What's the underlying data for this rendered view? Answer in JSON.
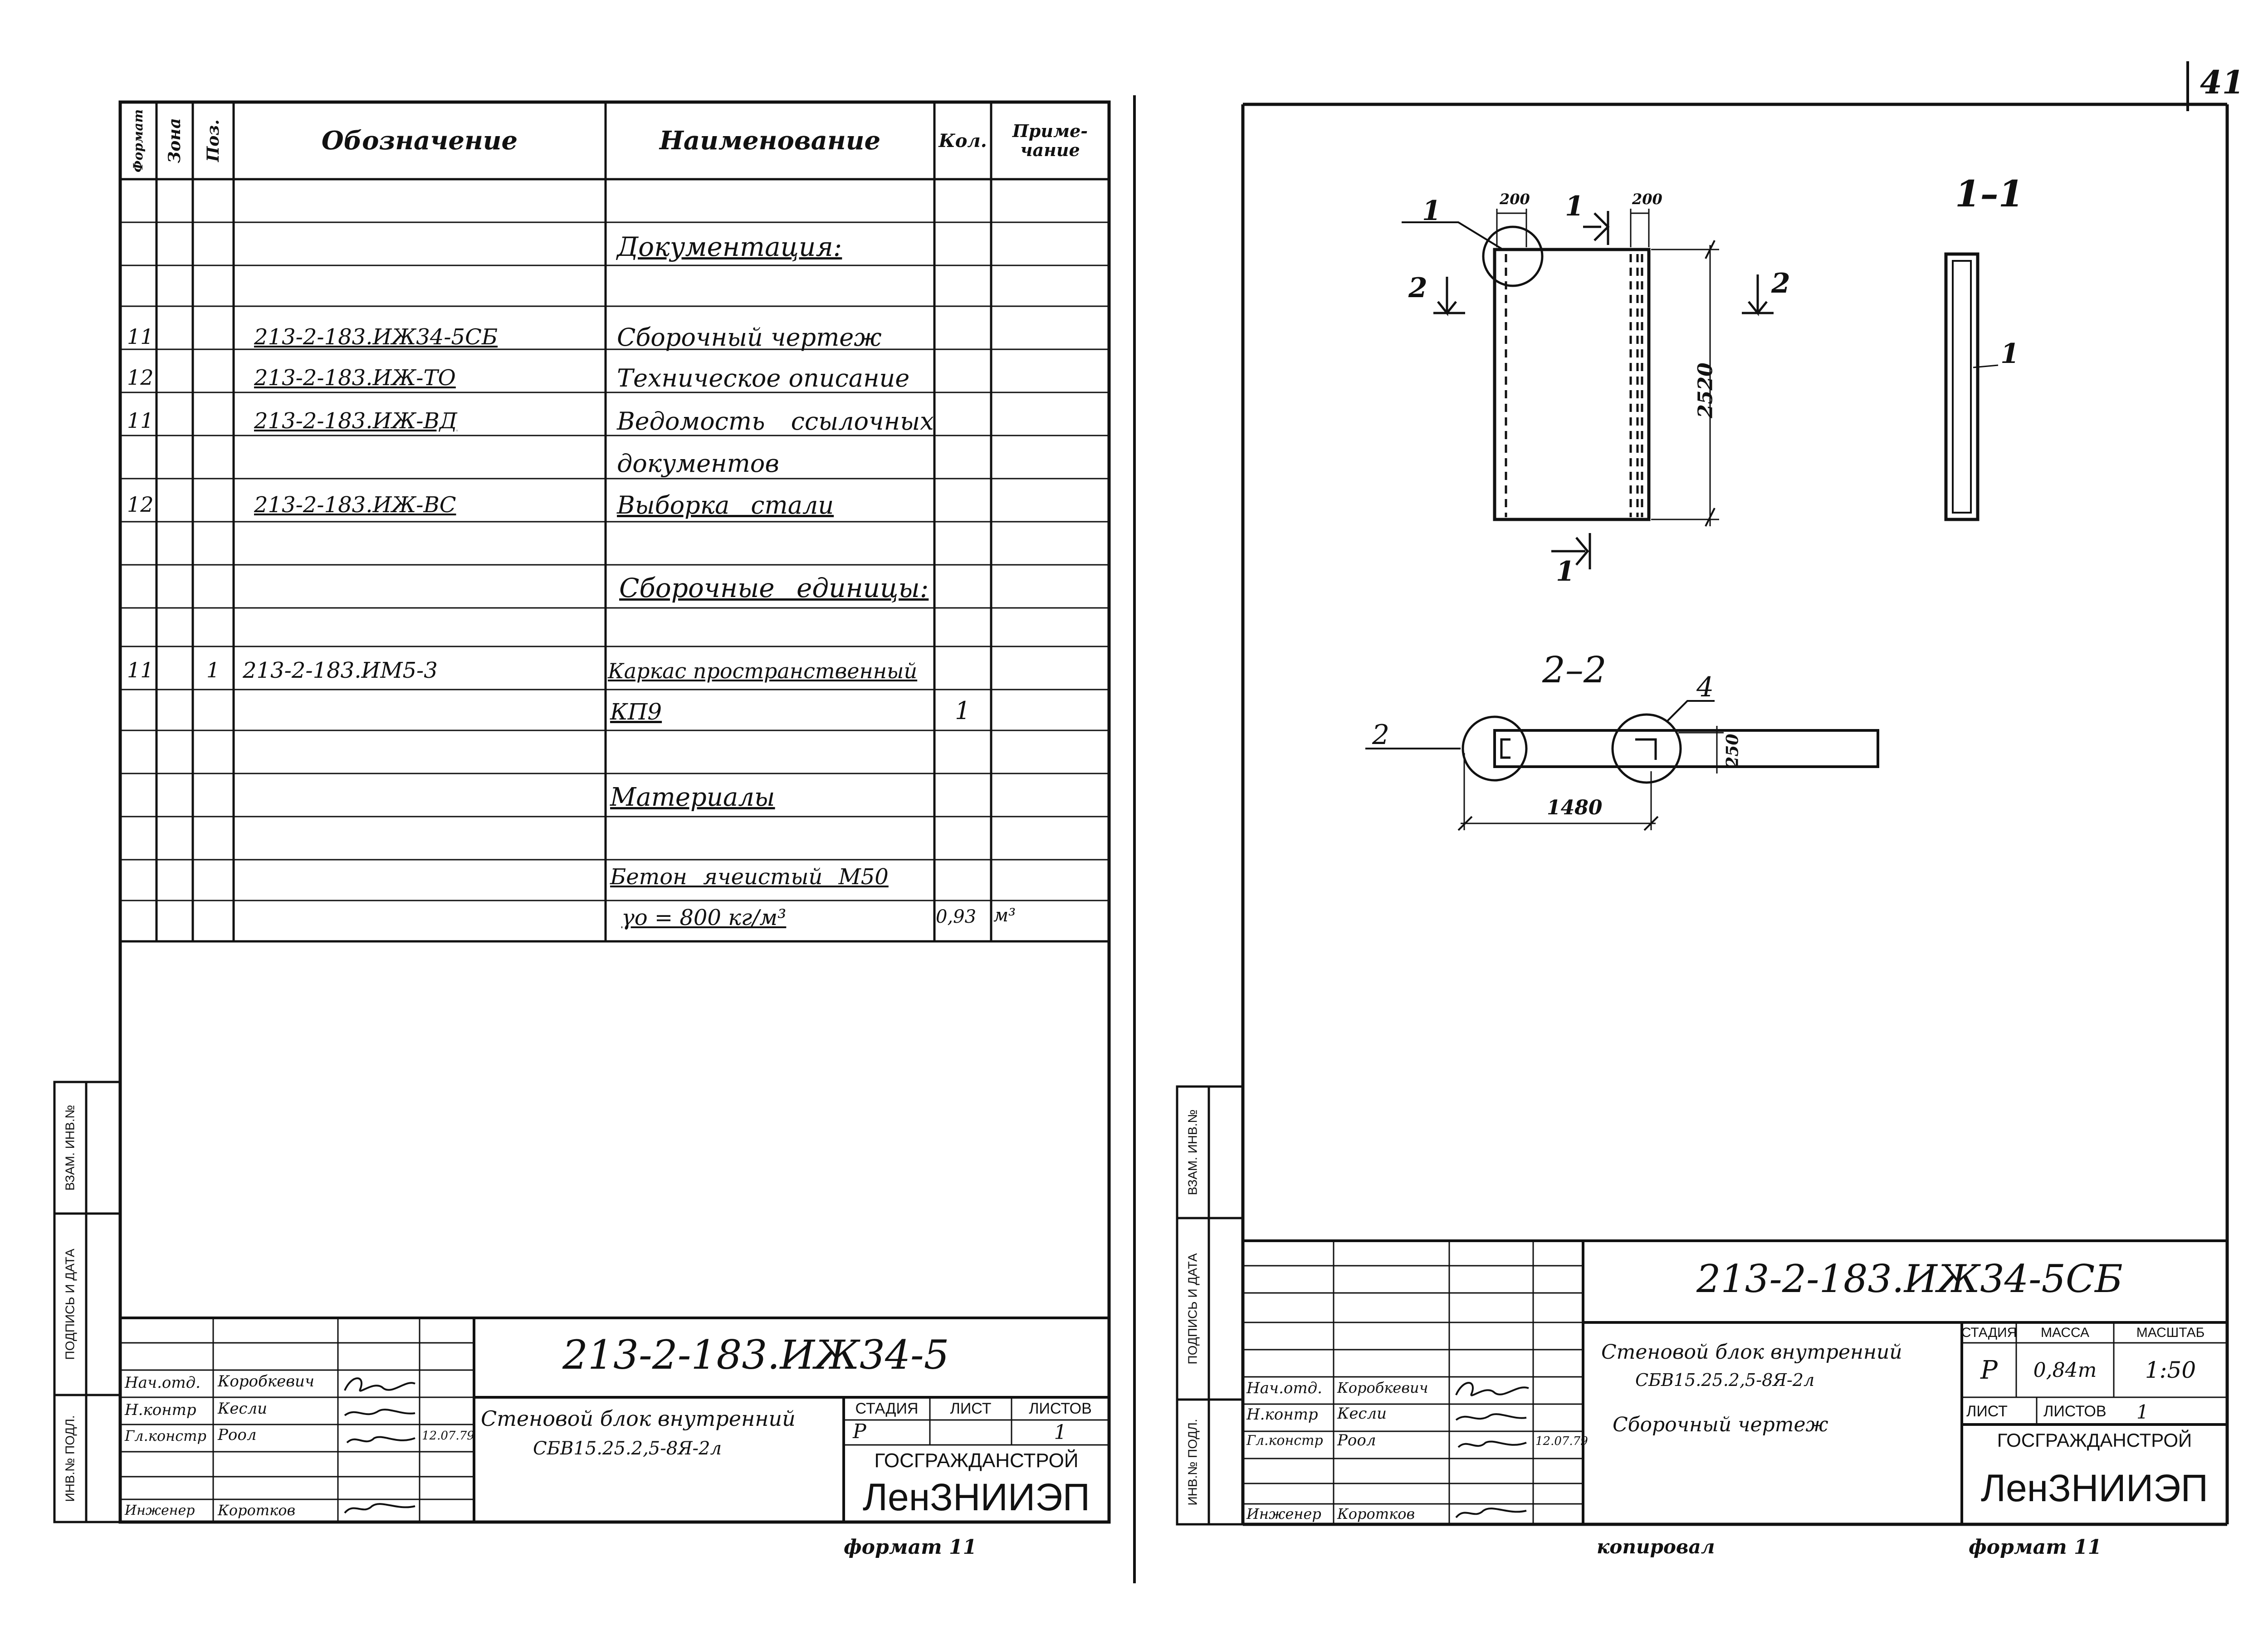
{
  "page_number": "41",
  "spec": {
    "headers": {
      "format": "Формат",
      "zone": "Зона",
      "pos": "Поз.",
      "designation": "Обозначение",
      "name": "Наименование",
      "qty": "Кол.",
      "note": "Приме-чание"
    },
    "rows": [
      {
        "format": "",
        "zone": "",
        "pos": "",
        "designation": "",
        "name": "Документация:",
        "qty": "",
        "note": "",
        "heading": true
      },
      {
        "format": "11",
        "zone": "",
        "pos": "",
        "designation": "213-2-183.ИЖ34-5СБ",
        "name": "Сборочный чертеж",
        "qty": "",
        "note": ""
      },
      {
        "format": "12",
        "zone": "",
        "pos": "",
        "designation": "213-2-183.ИЖ-ТО",
        "name": "Техническое описание",
        "qty": "",
        "note": ""
      },
      {
        "format": "11",
        "zone": "",
        "pos": "",
        "designation": "213-2-183.ИЖ-ВД",
        "name": "Ведомость ссылочных",
        "qty": "",
        "note": ""
      },
      {
        "format": "",
        "zone": "",
        "pos": "",
        "designation": "",
        "name": "документов",
        "qty": "",
        "note": ""
      },
      {
        "format": "12",
        "zone": "",
        "pos": "",
        "designation": "213-2-183.ИЖ-ВС",
        "name": "Выборка стали",
        "qty": "",
        "note": ""
      },
      {
        "format": "",
        "zone": "",
        "pos": "",
        "designation": "",
        "name": "Сборочные единицы:",
        "qty": "",
        "note": "",
        "heading": true
      },
      {
        "format": "11",
        "zone": "",
        "pos": "1",
        "designation": "213-2-183.ИМ5-3",
        "name": "Каркас пространственный",
        "qty": "",
        "note": ""
      },
      {
        "format": "",
        "zone": "",
        "pos": "",
        "designation": "",
        "name": "КП9",
        "qty": "1",
        "note": ""
      },
      {
        "format": "",
        "zone": "",
        "pos": "",
        "designation": "",
        "name": "Материалы",
        "qty": "",
        "note": "",
        "heading": true
      },
      {
        "format": "",
        "zone": "",
        "pos": "",
        "designation": "",
        "name": "Бетон ячеистый М50",
        "qty": "",
        "note": ""
      },
      {
        "format": "",
        "zone": "",
        "pos": "",
        "designation": "",
        "name": "γо = 800 кг/м³",
        "qty": "0,93",
        "note": "м³"
      }
    ]
  },
  "side_stamp": {
    "inv_podl": "ИНВ.№ ПОДЛ.",
    "podpis_data": "ПОДПИСЬ И ДАТА",
    "vzam_inv": "ВЗАМ. ИНВ.№"
  },
  "left_title": {
    "code": "213-2-183.ИЖ34-5",
    "name_line1": "Стеновой блок внутренний",
    "name_line2": "СБВ15.25.2,5-8Я-2л",
    "stage_label": "СТАДИЯ",
    "sheet_label": "ЛИСТ",
    "sheets_label": "ЛИСТОВ",
    "stage": "Р",
    "sheets": "1",
    "org1": "ГОСГРАЖДАНСТРОЙ",
    "org2": "ЛенЗНИИЭП",
    "signers": [
      {
        "role": "Нач.отд.",
        "name": "Коробкевич"
      },
      {
        "role": "Н.контр",
        "name": "Кесли"
      },
      {
        "role": "Гл.констр",
        "name": "Роол"
      },
      {
        "role": "Инженер",
        "name": "Коротков"
      }
    ],
    "date": "12.07.79",
    "format_note": "формат 11"
  },
  "right_title": {
    "code": "213-2-183.ИЖ34-5СБ",
    "name_line1": "Стеновой блок внутренний",
    "name_line2": "СБВ15.25.2,5-8Я-2л",
    "name_line3": "Сборочный чертеж",
    "stage_label": "СТАДИЯ",
    "mass_label": "МАССА",
    "scale_label": "МАСШТАБ",
    "stage": "Р",
    "mass": "0,84т",
    "scale": "1:50",
    "sheet_label": "ЛИСТ",
    "sheets_label": "ЛИСТОВ",
    "sheets": "1",
    "org1": "ГОСГРАЖДАНСТРОЙ",
    "org2": "ЛенЗНИИЭП",
    "signers": [
      {
        "role": "Нач.отд.",
        "name": "Коробкевич"
      },
      {
        "role": "Н.контр",
        "name": "Кесли"
      },
      {
        "role": "Гл.констр",
        "name": "Роол"
      },
      {
        "role": "Инженер",
        "name": "Коротков"
      }
    ],
    "date": "12.07.79",
    "copied": "копировал",
    "format_note": "формат 11"
  },
  "drawing": {
    "dims": {
      "d200a": "200",
      "d200b": "200",
      "height": "2520",
      "width": "1480",
      "thickness": "250"
    },
    "labels": {
      "section_11": "1–1",
      "section_22": "2–2",
      "cut1": "1",
      "cut2": "2",
      "pos1": "1",
      "pos2": "2",
      "pos4": "4"
    }
  }
}
